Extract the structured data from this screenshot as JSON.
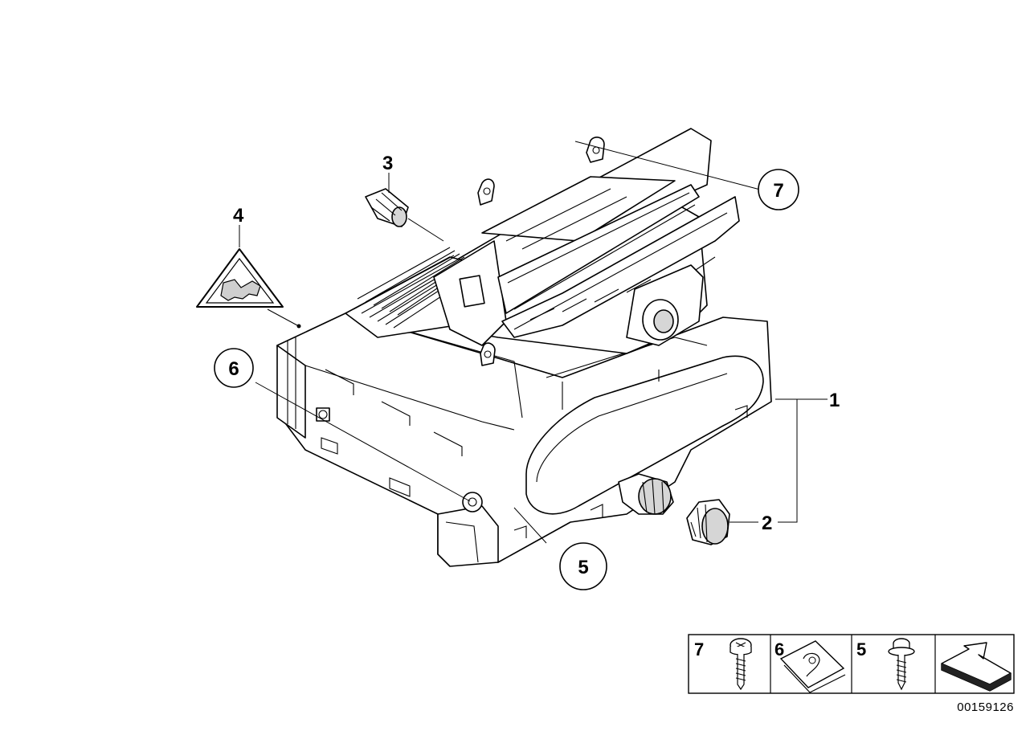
{
  "callouts": [
    {
      "id": "1",
      "label": "1"
    },
    {
      "id": "2",
      "label": "2"
    },
    {
      "id": "3",
      "label": "3"
    },
    {
      "id": "4",
      "label": "4"
    },
    {
      "id": "5",
      "label": "5"
    },
    {
      "id": "6",
      "label": "6"
    },
    {
      "id": "7",
      "label": "7"
    }
  ],
  "legend": {
    "items": [
      {
        "label": "7",
        "icon": "screw-torx-icon"
      },
      {
        "label": "6",
        "icon": "clip-nut-icon"
      },
      {
        "label": "5",
        "icon": "screw-flange-icon"
      },
      {
        "label": "",
        "icon": "direction-arrow-icon"
      }
    ]
  },
  "diagram_id": "00159126",
  "colors": {
    "line": "#000000",
    "background": "#ffffff",
    "shade": "#d6d6d6"
  }
}
